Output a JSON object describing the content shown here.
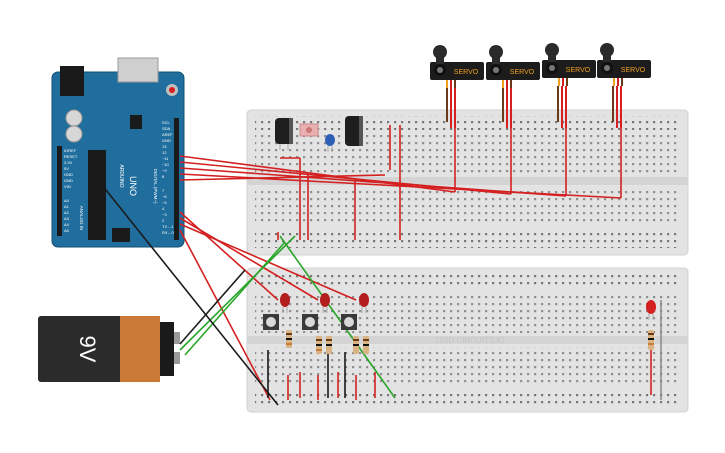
{
  "arduino": {
    "logo_text": "UNO",
    "brand_text": "ARDUINO",
    "digital_label": "DIGITAL (PWM~)",
    "analog_label": "ANALOG IN",
    "power_pins": [
      "IOREF",
      "RESET",
      "3.3V",
      "5V",
      "GND",
      "GND",
      "VIN"
    ],
    "analog_pins": [
      "A0",
      "A1",
      "A2",
      "A3",
      "A4",
      "A5"
    ],
    "top_pins": [
      "SCL",
      "SDA",
      "AREF",
      "GND",
      "13",
      "12",
      "~11",
      "~10",
      "~9",
      "8"
    ],
    "bottom_pins": [
      "7",
      "~6",
      "~5",
      "4",
      "~3",
      "2",
      "TX→1",
      "RX←0"
    ]
  },
  "battery": {
    "label": "9V"
  },
  "servos": [
    {
      "label": "SERVO"
    },
    {
      "label": "SERVO"
    },
    {
      "label": "SERVO"
    },
    {
      "label": "SERVO"
    }
  ],
  "breadboard_bottom": {
    "watermark": "123D.CIRCUITS.IO"
  },
  "colors": {
    "board": "#1f6e9e",
    "breadboard": "#e3e3e3",
    "wire_red": "#d42020",
    "wire_black": "#1a1a1a",
    "wire_green": "#2aa52a",
    "led_red": "#b21d1d",
    "battery_body": "#2b2b2b",
    "battery_cap": "#c97a36",
    "servo_body": "#1c1c1c",
    "servo_label": "#f0a020"
  }
}
